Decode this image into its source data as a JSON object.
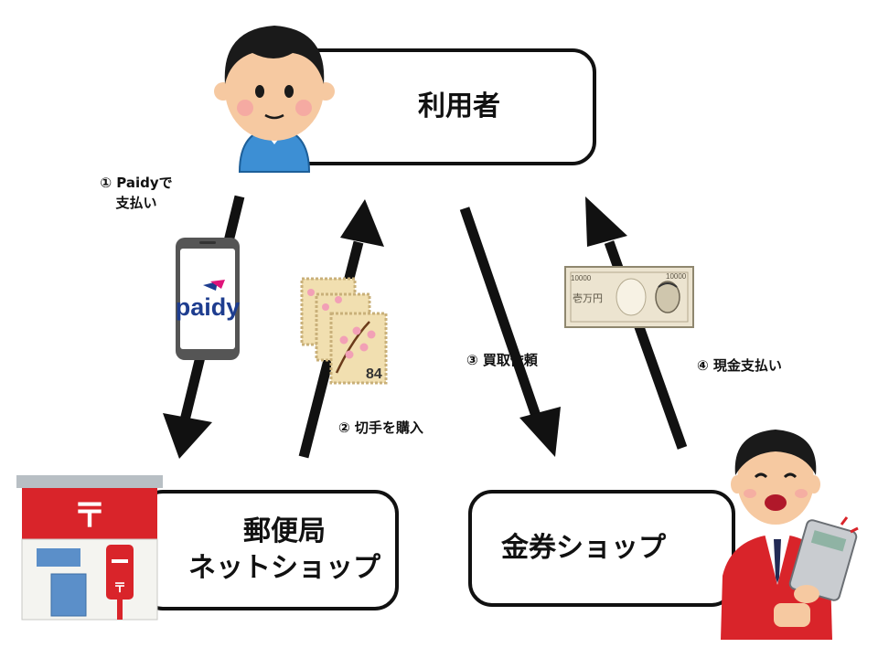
{
  "nodes": {
    "user": "利用者",
    "post_office_shop_line1": "郵便局",
    "post_office_shop_line2": "ネットショップ",
    "ticket_shop": "金券ショップ"
  },
  "steps": {
    "step1_line1": "① Paidyで",
    "step1_line2": "支払い",
    "step2": "② 切手を購入",
    "step3": "③ 買取依頼",
    "step4": "④ 現金支払い"
  },
  "illustrations": {
    "phone_logo": "paidy",
    "stamp_value": "84",
    "banknote_denomination": "10000",
    "banknote_text": "壱万円",
    "post_office_sign": "〒"
  },
  "colors": {
    "ink": "#111111",
    "paidy_blue": "#1e3d8f",
    "paidy_magenta": "#e0147a",
    "post_red": "#d9242a",
    "stamp_tan": "#f1dfb0",
    "note_beige": "#ece4d0",
    "skin": "#f6c9a1"
  }
}
